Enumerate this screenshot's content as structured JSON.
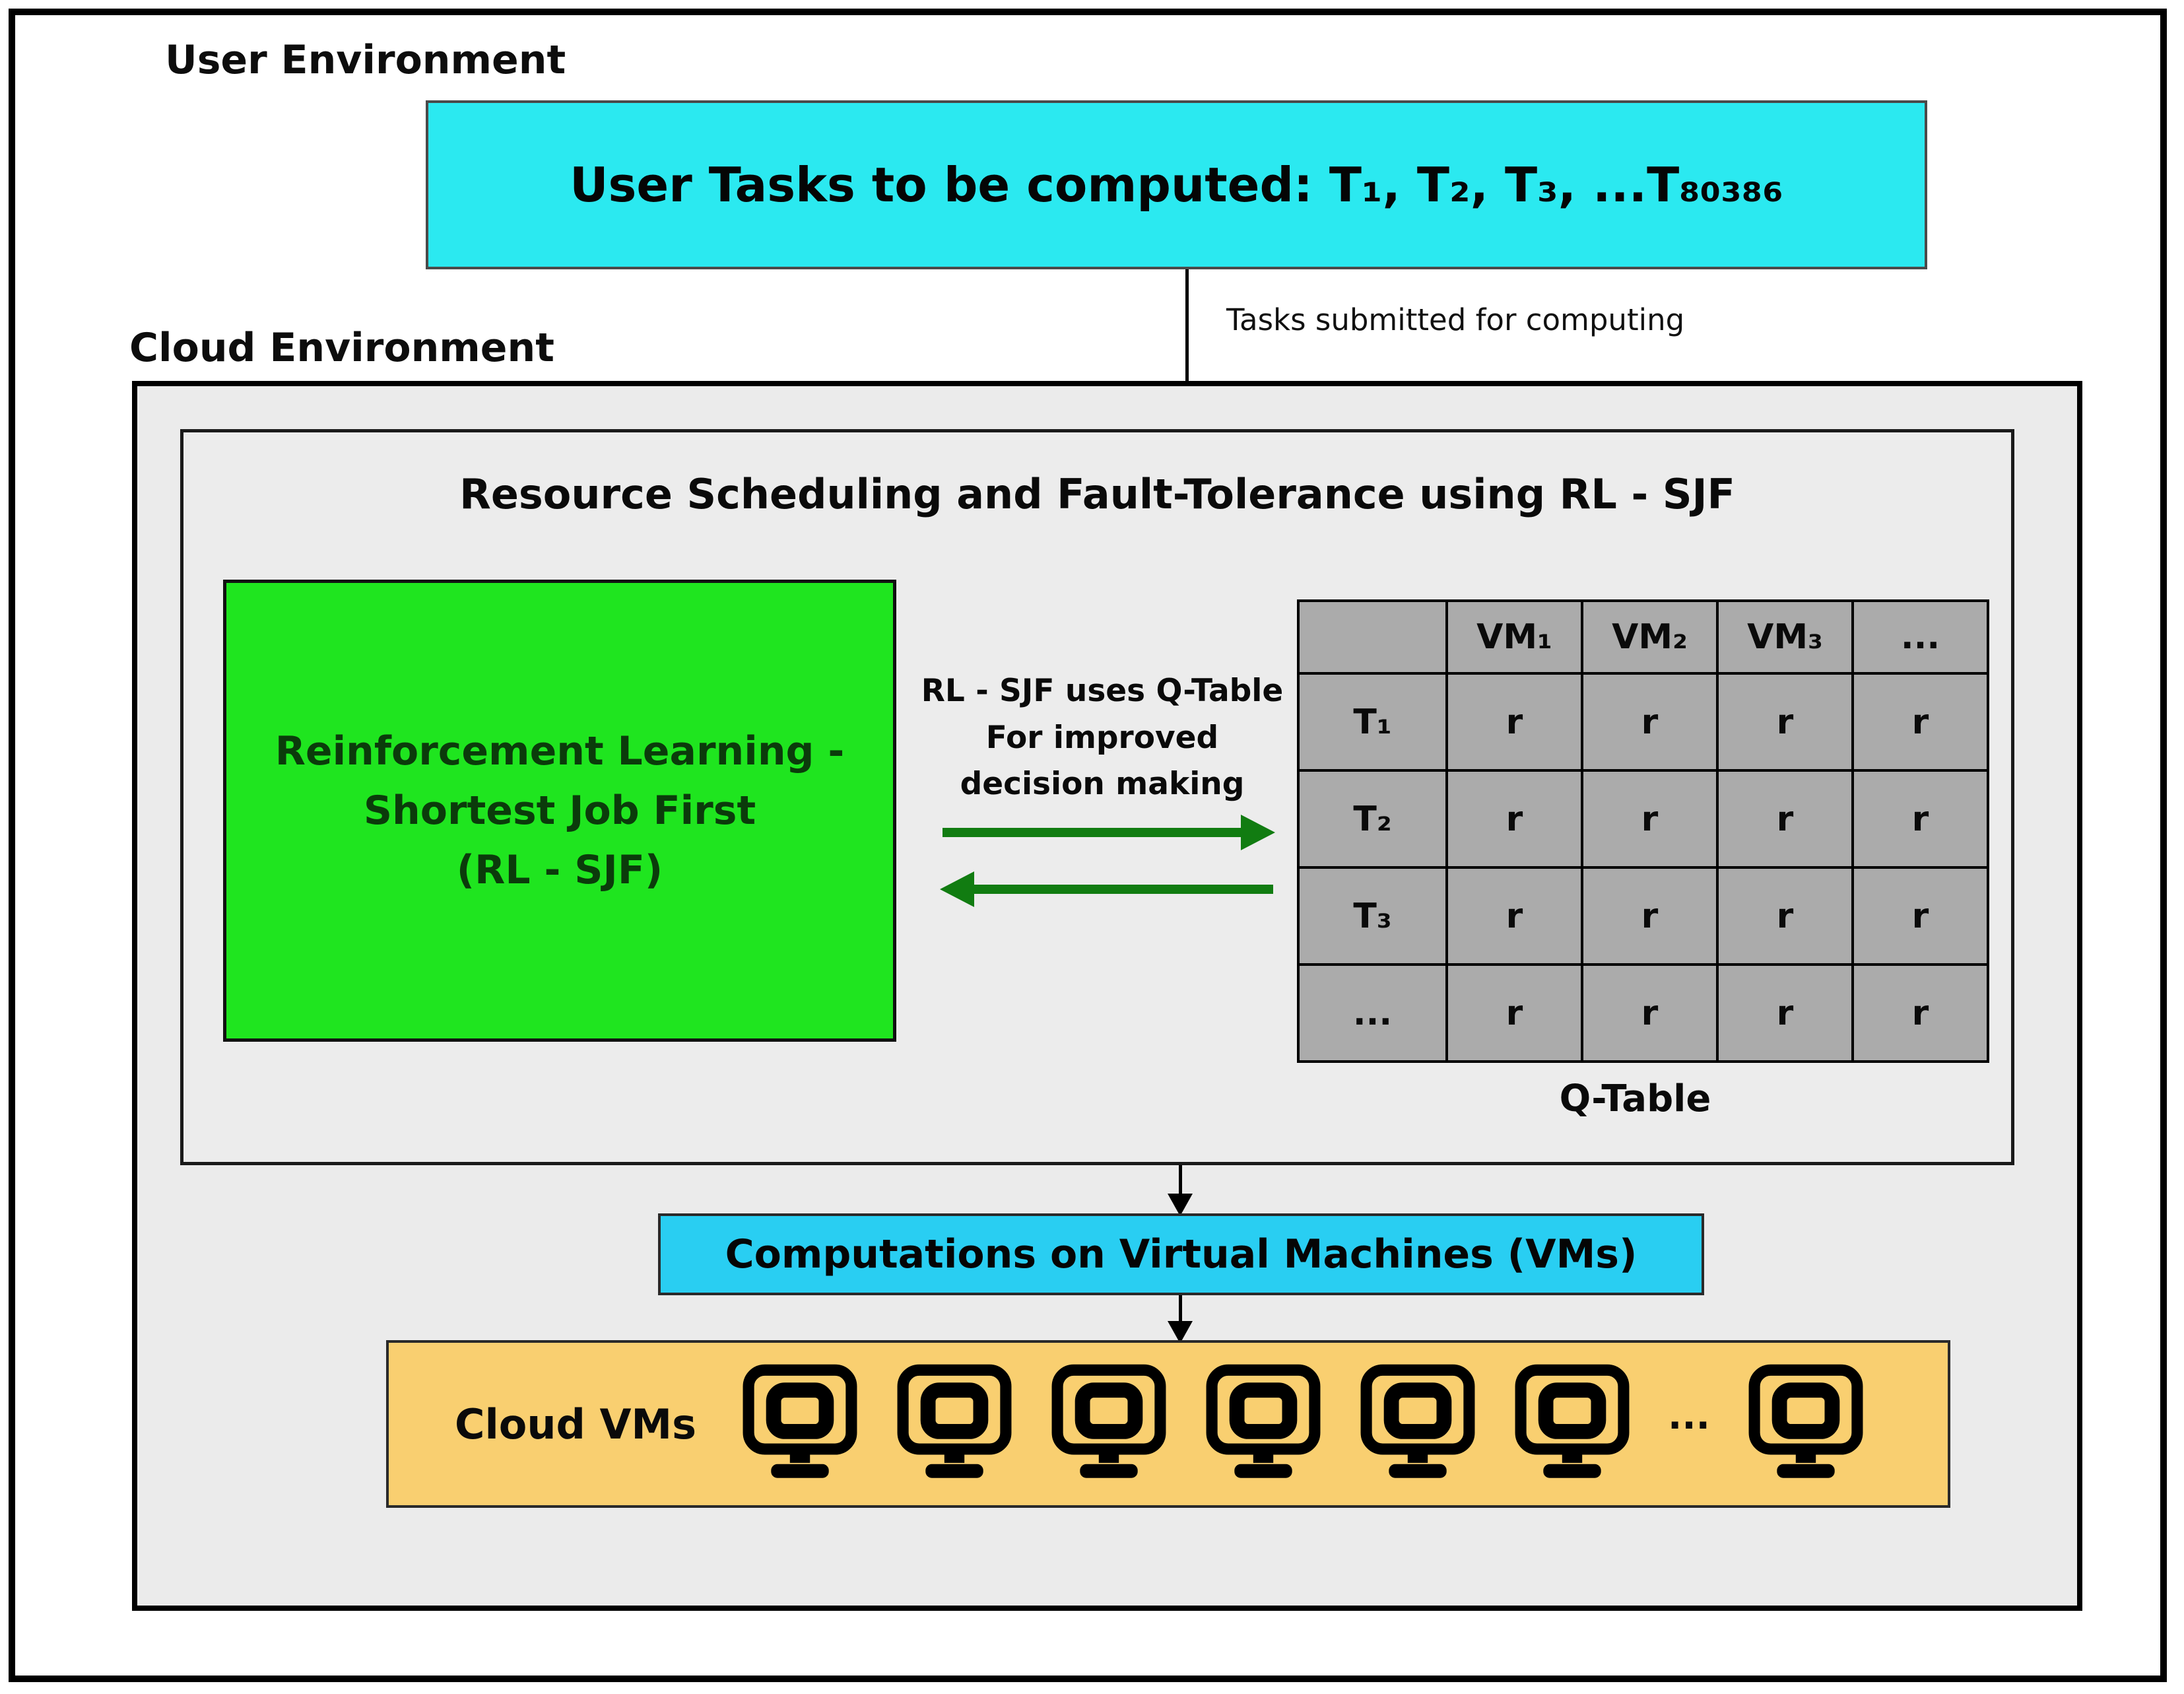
{
  "user_environment": {
    "label": "User Environment",
    "tasks_box_text": "User Tasks to be computed: T₁, T₂, T₃, ...T₈₀₃₈₆"
  },
  "flow": {
    "tasks_submitted_label": "Tasks submitted for computing"
  },
  "cloud_environment": {
    "label": "Cloud Environment",
    "resource_title": "Resource Scheduling and Fault-Tolerance using RL - SJF",
    "rl_sjf_text": "Reinforcement Learning -\nShortest Job First\n(RL - SJF)",
    "q_table_note": "RL - SJF uses Q-Table\nFor improved\ndecision making",
    "computations_text": "Computations on Virtual Machines (VMs)",
    "cloud_vms": {
      "label": "Cloud VMs",
      "ellipsis": "...",
      "monitors_before": 6,
      "monitors_after": 1
    }
  },
  "q_table": {
    "caption": "Q-Table",
    "columns": [
      "",
      "VM₁",
      "VM₂",
      "VM₃",
      "..."
    ],
    "rows": [
      {
        "label": "T₁",
        "values": [
          "r",
          "r",
          "r",
          "r"
        ]
      },
      {
        "label": "T₂",
        "values": [
          "r",
          "r",
          "r",
          "r"
        ]
      },
      {
        "label": "T₃",
        "values": [
          "r",
          "r",
          "r",
          "r"
        ]
      },
      {
        "label": "...",
        "values": [
          "r",
          "r",
          "r",
          "r"
        ]
      }
    ]
  },
  "colors": {
    "user_tasks_bg": "#2BE9F0",
    "computations_bg": "#29CEF2",
    "rl_sjf_bg": "#1FE51F",
    "rl_sjf_text": "#0B3B0B",
    "green_arrow": "#117C11",
    "cloud_vms_bg": "#F9CF70",
    "panel_bg": "#EBEBEB",
    "table_cell_bg": "#ABABAB"
  }
}
